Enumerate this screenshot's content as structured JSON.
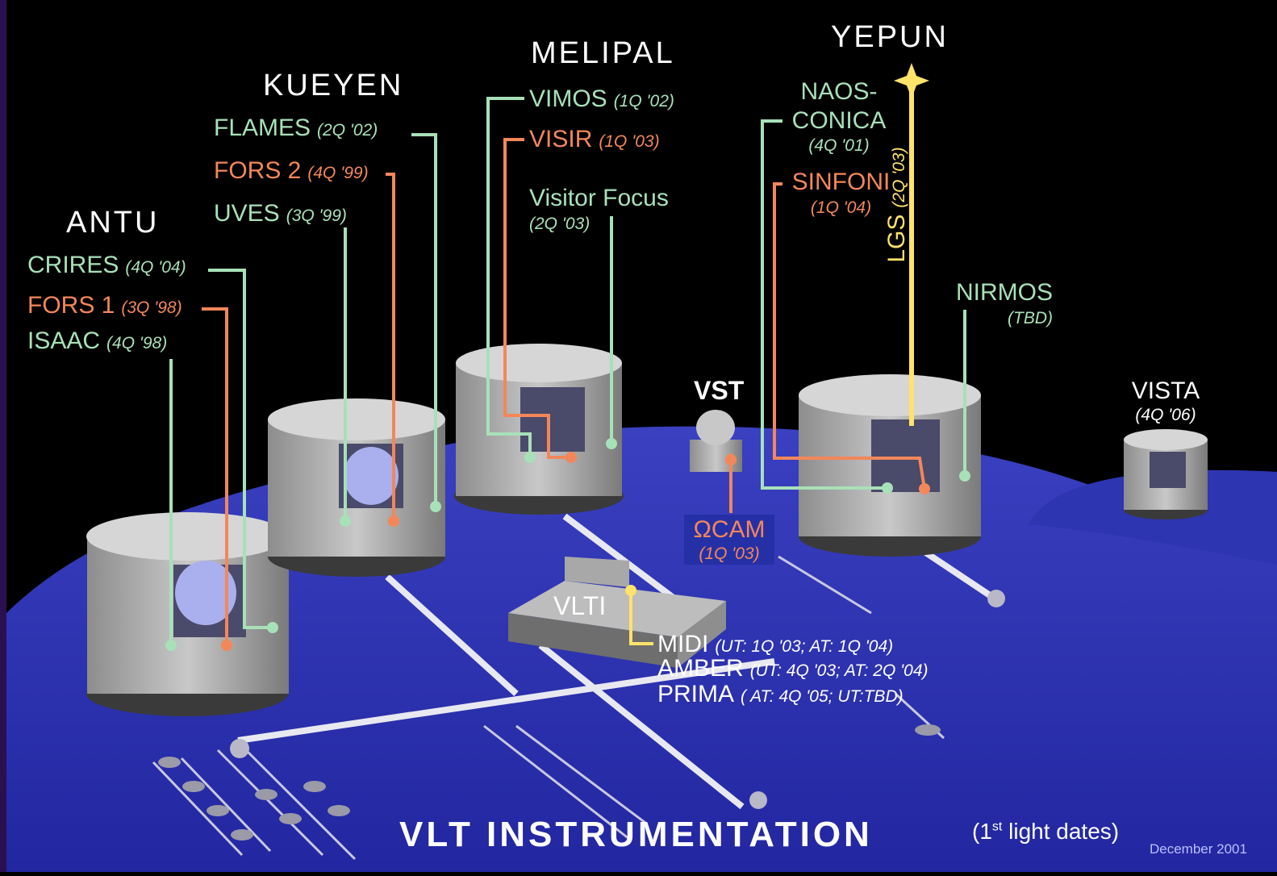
{
  "title": "VLT INSTRUMENTATION",
  "subtitle_prefix": "(1",
  "subtitle_sup": "st",
  "subtitle_suffix": " light dates)",
  "credit": "December 2001",
  "colors": {
    "green": "#a8e0b8",
    "orange": "#f3875a",
    "yellow": "#ffe36a",
    "platform": "#2a2fa0",
    "background": "#000000"
  },
  "telescopes": {
    "antu": {
      "name": "ANTU",
      "instruments": [
        {
          "name": "CRIRES",
          "date": "(4Q '04)"
        },
        {
          "name": "FORS 1",
          "date": "(3Q '98)"
        },
        {
          "name": "ISAAC",
          "date": "(4Q '98)"
        }
      ]
    },
    "kueyen": {
      "name": "KUEYEN",
      "instruments": [
        {
          "name": "FLAMES",
          "date": "(2Q '02)"
        },
        {
          "name": "FORS 2",
          "date": "(4Q '99)"
        },
        {
          "name": "UVES",
          "date": "(3Q '99)"
        }
      ]
    },
    "melipal": {
      "name": "MELIPAL",
      "instruments": [
        {
          "name": "VIMOS",
          "date": "(1Q '02)"
        },
        {
          "name": "VISIR",
          "date": "(1Q '03)"
        },
        {
          "name": "Visitor Focus",
          "date": "(2Q '03)"
        }
      ]
    },
    "yepun": {
      "name": "YEPUN",
      "instruments": [
        {
          "name": "NAOS-",
          "name2": "CONICA",
          "date": "(4Q '01)"
        },
        {
          "name": "SINFONI",
          "date": "(1Q '04)"
        },
        {
          "name": "LGS",
          "date": "(2Q '03)"
        },
        {
          "name": "NIRMOS",
          "date": "(TBD)"
        }
      ]
    }
  },
  "vst": {
    "name": "VST",
    "instrument": "ΩCAM",
    "date": "(1Q '03)"
  },
  "vista": {
    "name": "VISTA",
    "date": "(4Q  '06)"
  },
  "vlti": {
    "name": "VLTI",
    "instruments": [
      {
        "name": "MIDI",
        "date": "(UT: 1Q '03; AT: 1Q '04)"
      },
      {
        "name": "AMBER",
        "date": "(UT: 4Q '03; AT: 2Q '04)"
      },
      {
        "name": "PRIMA",
        "date": "( AT: 4Q '05; UT:TBD)"
      }
    ]
  }
}
